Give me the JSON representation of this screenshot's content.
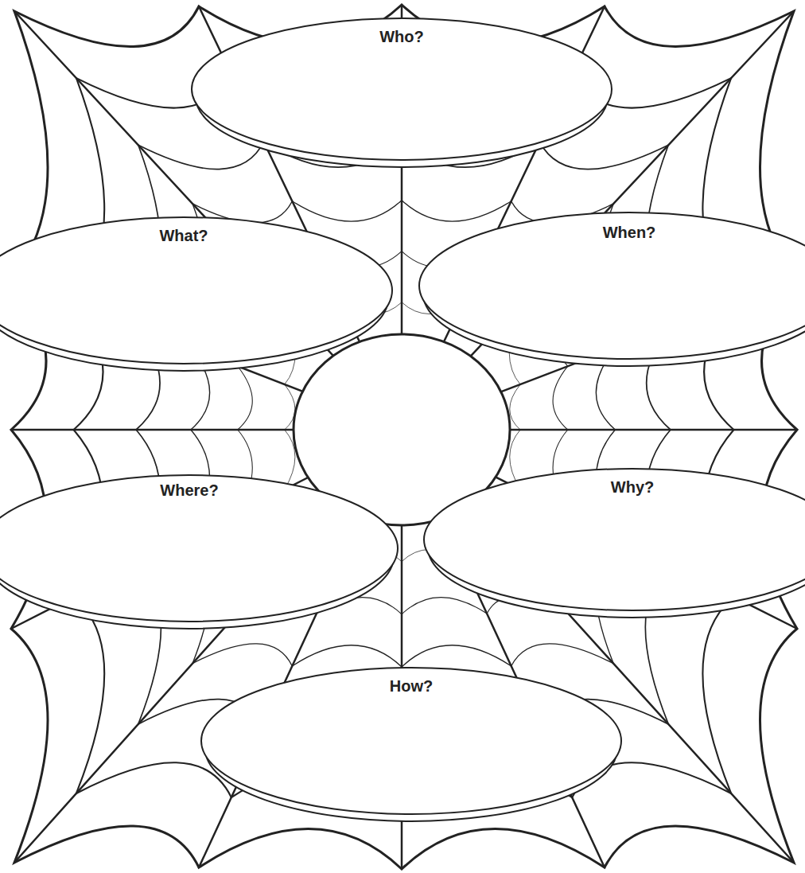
{
  "diagram": {
    "nodes": [
      {
        "text": [
          "Who?"
        ]
      },
      {
        "text": [
          "What?"
        ]
      },
      {
        "text": [
          "When?"
        ]
      },
      {
        "text": [
          "Where?"
        ]
      },
      {
        "text": [
          "Why?"
        ]
      },
      {
        "text": [
          "How?"
        ]
      }
    ]
  }
}
